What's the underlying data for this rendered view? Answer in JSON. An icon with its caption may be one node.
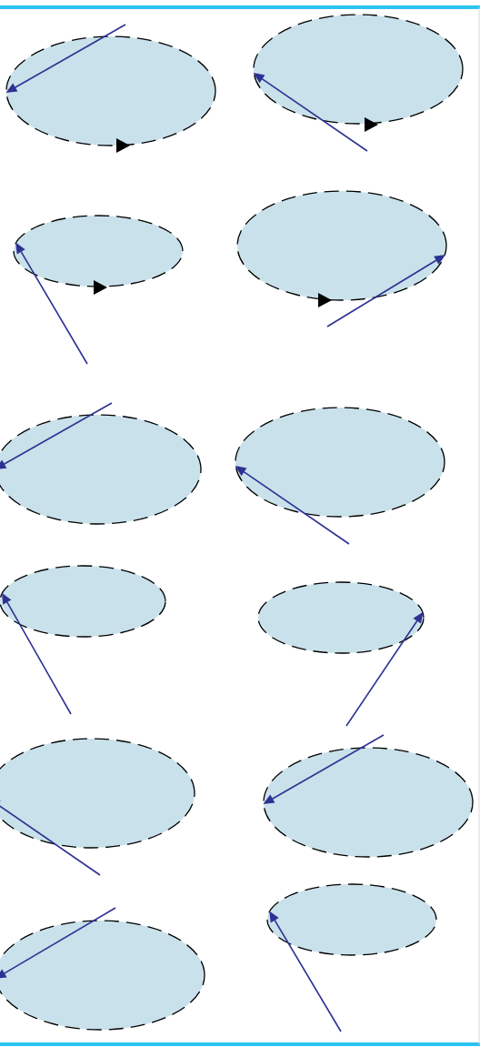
{
  "diagram": {
    "nodes": [
      {
        "text": [],
        "shape": "ellipse"
      },
      {
        "text": [],
        "shape": "ellipse"
      },
      {
        "text": [],
        "shape": "ellipse"
      },
      {
        "text": [],
        "shape": "ellipse"
      },
      {
        "text": [],
        "shape": "ellipse"
      },
      {
        "text": [],
        "shape": "ellipse"
      },
      {
        "text": [],
        "shape": "ellipse"
      },
      {
        "text": [],
        "shape": "ellipse"
      },
      {
        "text": [],
        "shape": "ellipse"
      },
      {
        "text": [],
        "shape": "ellipse"
      },
      {
        "text": [],
        "shape": "ellipse"
      },
      {
        "text": [],
        "shape": "ellipse"
      }
    ],
    "edges": [
      {
        "from": null,
        "to": 0,
        "arrow": "to"
      },
      {
        "from": null,
        "to": 1,
        "arrow": "to"
      },
      {
        "from": null,
        "to": 2,
        "arrow": "to"
      },
      {
        "from": null,
        "to": 3,
        "arrow": "to"
      },
      {
        "from": null,
        "to": 4,
        "arrow": "to"
      },
      {
        "from": null,
        "to": 5,
        "arrow": "to"
      },
      {
        "from": null,
        "to": 6,
        "arrow": "to"
      },
      {
        "from": null,
        "to": 7,
        "arrow": "to"
      },
      {
        "from": null,
        "to": 8,
        "arrow": "to"
      },
      {
        "from": null,
        "to": 9,
        "arrow": "to"
      },
      {
        "from": null,
        "to": 10,
        "arrow": "to"
      },
      {
        "from": null,
        "to": 11,
        "arrow": "to"
      }
    ]
  }
}
